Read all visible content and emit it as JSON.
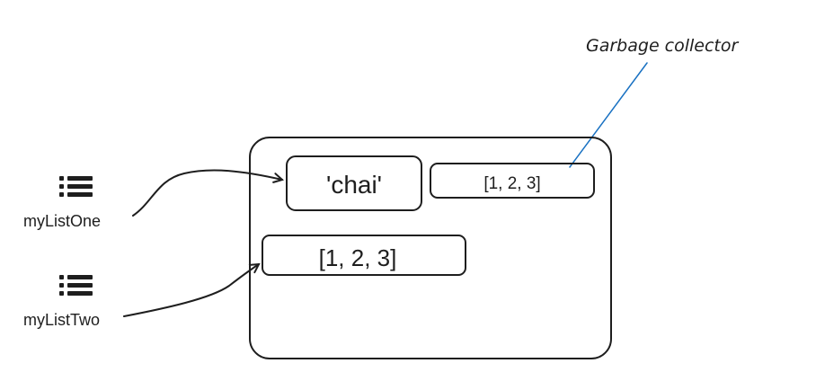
{
  "annotation": {
    "label": "Garbage collector"
  },
  "variables": [
    {
      "label": "myListOne",
      "icon": "list-icon"
    },
    {
      "label": "myListTwo",
      "icon": "list-icon"
    }
  ],
  "memory": {
    "string_value": "'chai'",
    "orphan_list_value": "[1, 2, 3]",
    "list_value": "[1, 2, 3]"
  },
  "colors": {
    "stroke": "#1e1e1e",
    "annotation_line": "#1971c2"
  }
}
